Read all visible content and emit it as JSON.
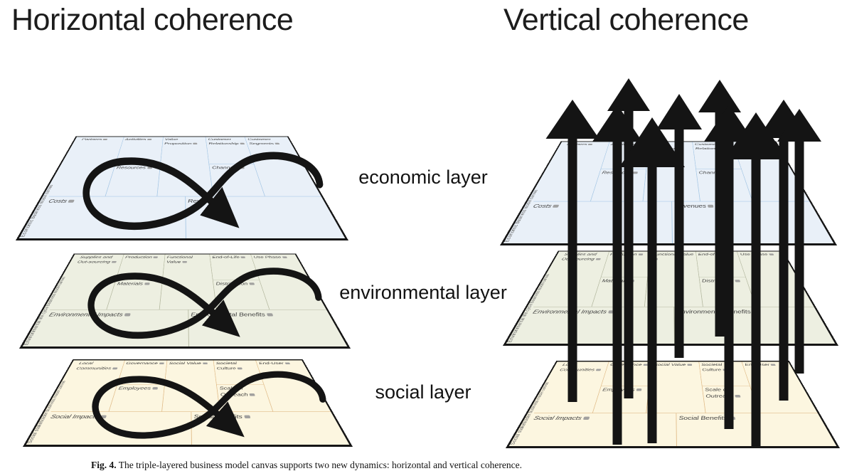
{
  "titles": {
    "left": "Horizontal coherence",
    "right": "Vertical coherence"
  },
  "layer_labels": {
    "economic": "economic layer",
    "environmental": "environmental layer",
    "social": "social layer"
  },
  "caption": {
    "label": "Fig. 4.",
    "text": "The triple-layered business model canvas supports two new dynamics: horizontal and vertical coherence."
  },
  "colors": {
    "economic_fill": "#e9f0f8",
    "economic_line": "#a9c9e6",
    "environmental_fill": "#edefe1",
    "environmental_line": "#b7bba3",
    "social_fill": "#fcf6e0",
    "social_line": "#e2bf8e",
    "arrow": "#141414",
    "canvas_border": "#161616"
  },
  "canvases": {
    "economic": {
      "side_label": "Economic business model canvas",
      "cells": {
        "partners": "Partners",
        "activities": "Activities",
        "resources": "Resources",
        "value_proposition": "Value Proposition",
        "customer_relationship": "Customer Relationship",
        "channels": "Channels",
        "customer_segments": "Customer Segments",
        "costs": "Costs",
        "revenues": "Revenues"
      }
    },
    "environmental": {
      "side_label": "Environmental life cycle business model canvas",
      "cells": {
        "supplies": "Supplies and Out-sourcing",
        "production": "Production",
        "materials": "Materials",
        "functional_value": "Functional Value",
        "end_of_life": "End-of-Life",
        "distribution": "Distribution",
        "use_phase": "Use Phase",
        "impacts": "Environmental Impacts",
        "benefits": "Environmental Benefits"
      }
    },
    "social": {
      "side_label": "Social stakeholder business model canvas",
      "cells": {
        "local_communities": "Local Communities",
        "governance": "Governance",
        "employees": "Employees",
        "social_value": "Social Value",
        "societal_culture": "Societal Culture",
        "scale_of_outreach": "Scale of Outreach",
        "end_user": "End-User",
        "impacts": "Social Impacts",
        "benefits": "Social Benefits"
      }
    }
  }
}
